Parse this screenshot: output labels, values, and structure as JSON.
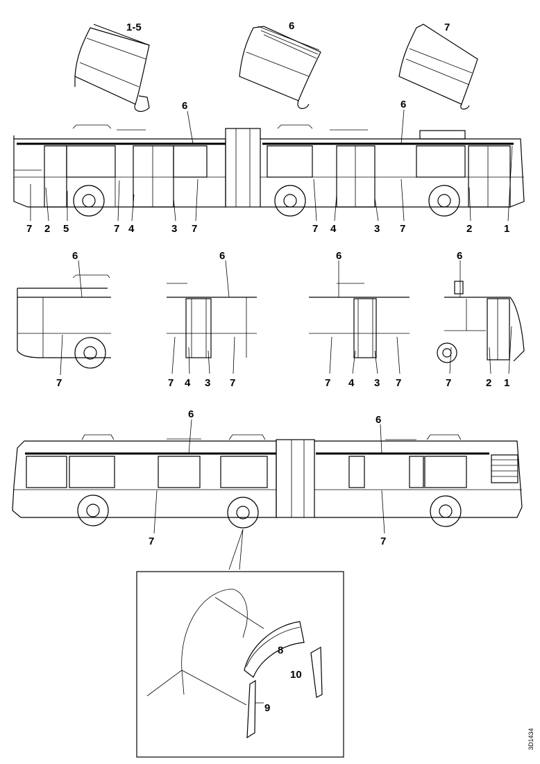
{
  "details": {
    "top_left": "1-5",
    "top_mid": "6",
    "top_right": "7"
  },
  "side_view": {
    "callout_6a": "6",
    "callout_6b": "6",
    "callouts": [
      "7",
      "2",
      "5",
      "7",
      "4",
      "3",
      "7",
      "7",
      "4",
      "3",
      "7",
      "2",
      "1"
    ]
  },
  "sections": [
    {
      "top": "6",
      "bottom": [
        "7"
      ]
    },
    {
      "top": "6",
      "bottom": [
        "7",
        "4",
        "3",
        "7"
      ]
    },
    {
      "top": "6",
      "bottom": [
        "7",
        "4",
        "3",
        "7"
      ]
    },
    {
      "top": "6",
      "bottom": [
        "7",
        "2",
        "1"
      ]
    }
  ],
  "lower_view": {
    "callout_6a": "6",
    "callout_6b": "6",
    "callout_7a": "7",
    "callout_7b": "7"
  },
  "inset": {
    "labels": [
      "8",
      "10",
      "9"
    ]
  },
  "reference": "3D1434"
}
